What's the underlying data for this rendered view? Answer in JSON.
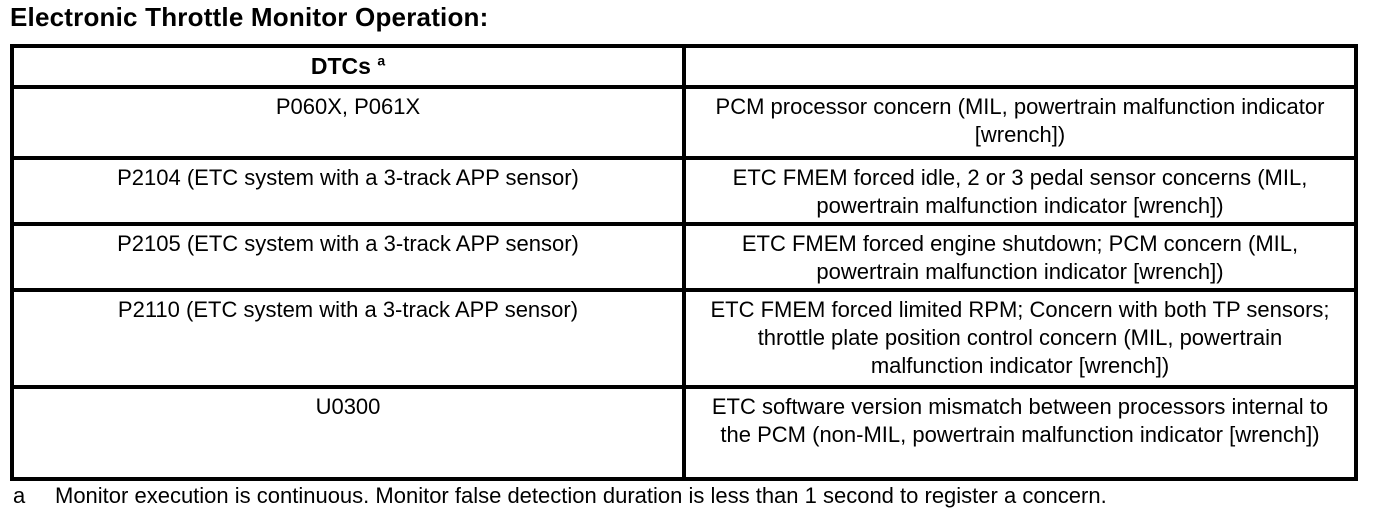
{
  "title": "Electronic Throttle Monitor Operation:",
  "table": {
    "header": {
      "dtcs_label": "DTCs",
      "dtcs_superscript": "a",
      "description_label": ""
    },
    "rows": [
      {
        "dtc": "P060X, P061X",
        "description": "PCM processor concern (MIL, powertrain malfunction indicator [wrench])"
      },
      {
        "dtc": "P2104 (ETC system with a 3-track APP sensor)",
        "description": "ETC FMEM  forced idle, 2 or 3 pedal sensor concerns (MIL, powertrain malfunction indicator [wrench])"
      },
      {
        "dtc": "P2105 (ETC system with a 3-track APP sensor)",
        "description": "ETC FMEM  forced engine shutdown; PCM concern (MIL, powertrain malfunction indicator [wrench])"
      },
      {
        "dtc": "P2110 (ETC system with a 3-track APP sensor)",
        "description": "ETC FMEM  forced limited RPM; Concern with both TP sensors; throttle plate position control concern (MIL, powertrain malfunction indicator [wrench])"
      },
      {
        "dtc": "U0300",
        "description": "ETC software version mismatch between processors internal to the PCM (non-MIL, powertrain malfunction indicator [wrench])"
      }
    ]
  },
  "footnote": {
    "marker": "a",
    "text": "Monitor execution is continuous. Monitor false detection duration is less than 1 second to register a concern."
  }
}
